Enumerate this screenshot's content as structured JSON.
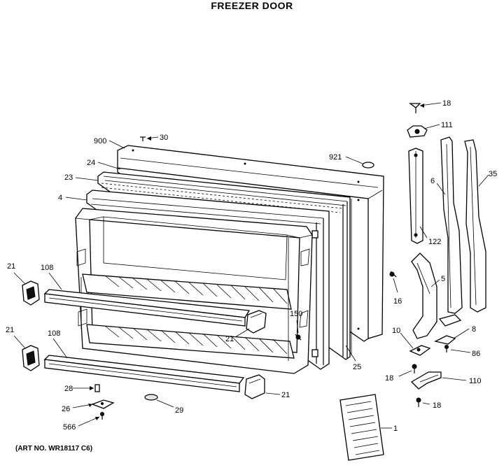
{
  "title": "FREEZER DOOR",
  "art_number": "(ART NO. WR18117 C6)",
  "callouts": {
    "c18a": "18",
    "c111": "111",
    "c30": "30",
    "c900": "900",
    "c24": "24",
    "c921": "921",
    "c6": "6",
    "c35": "35",
    "c23": "23",
    "c4": "4",
    "c122": "122",
    "c21a": "21",
    "c108a": "108",
    "c5": "5",
    "c16": "16",
    "c150": "150",
    "c21b": "21",
    "c21c": "21",
    "c108b": "108",
    "c10": "10",
    "c8": "8",
    "c86": "86",
    "c25": "25",
    "c18b": "18",
    "c110": "110",
    "c28": "28",
    "c21d": "21",
    "c26": "26",
    "c29": "29",
    "c18c": "18",
    "c566": "566",
    "c1": "1"
  }
}
